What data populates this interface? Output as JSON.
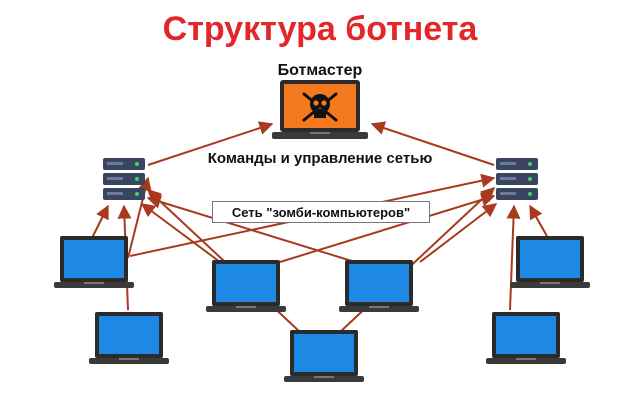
{
  "title": "Структура ботнета",
  "botmaster": {
    "label": "Ботмастер"
  },
  "cc": {
    "label": "Команды и управление сетью"
  },
  "zombie_network": {
    "label": "Сеть \"зомби-компьютеров\""
  },
  "colors": {
    "title": "#e32629",
    "arrow": "#a83a1e",
    "screen": "#1e88e5",
    "botmaster_screen": "#f47a20",
    "laptop_body": "#2b2b2b",
    "server_body": "#3a4660"
  },
  "icons": {
    "botmaster": "skull-crossbones-laptop-icon",
    "server": "server-rack-icon",
    "bot": "laptop-icon"
  }
}
